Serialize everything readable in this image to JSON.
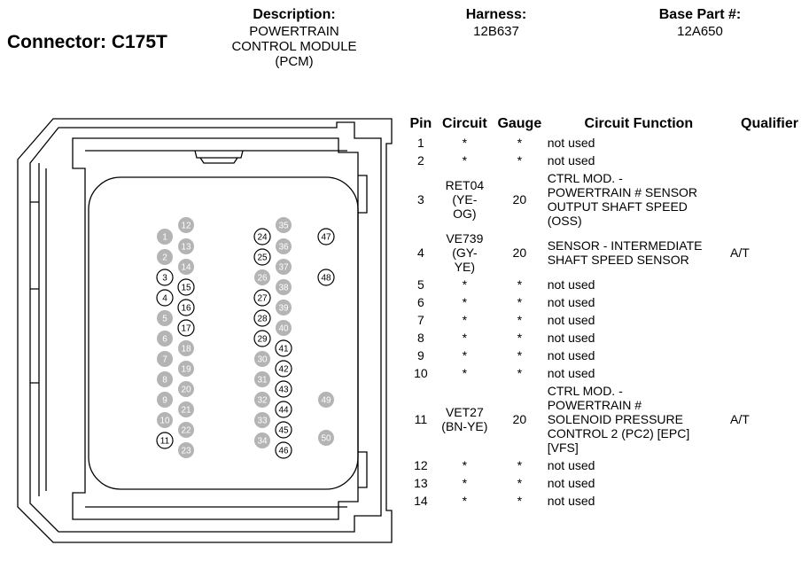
{
  "connector_title": "Connector: C175T",
  "description": {
    "label": "Description:",
    "lines": [
      "POWERTRAIN",
      "CONTROL MODULE",
      "(PCM)"
    ]
  },
  "harness": {
    "label": "Harness:",
    "value": "12B637"
  },
  "base_part": {
    "label": "Base Part #:",
    "value": "12A650"
  },
  "colors": {
    "filled_pin": "#b4b4b4",
    "outline": "#000000",
    "background": "#ffffff"
  },
  "table": {
    "headers": {
      "pin": "Pin",
      "circuit": "Circuit",
      "gauge": "Gauge",
      "function": "Circuit Function",
      "qualifier": "Qualifier"
    },
    "rows": [
      {
        "pin": "1",
        "circuit": "*",
        "gauge": "*",
        "function": "not used",
        "qualifier": ""
      },
      {
        "pin": "2",
        "circuit": "*",
        "gauge": "*",
        "function": "not used",
        "qualifier": ""
      },
      {
        "pin": "3",
        "circuit": "RET04\n(YE-\nOG)",
        "gauge": "20",
        "function": "CTRL MOD. -\nPOWERTRAIN # SENSOR\nOUTPUT SHAFT SPEED\n(OSS)",
        "qualifier": ""
      },
      {
        "pin": "4",
        "circuit": "VE739\n(GY-\nYE)",
        "gauge": "20",
        "function": "SENSOR - INTERMEDIATE\nSHAFT SPEED SENSOR",
        "qualifier": "A/T"
      },
      {
        "pin": "5",
        "circuit": "*",
        "gauge": "*",
        "function": "not used",
        "qualifier": ""
      },
      {
        "pin": "6",
        "circuit": "*",
        "gauge": "*",
        "function": "not used",
        "qualifier": ""
      },
      {
        "pin": "7",
        "circuit": "*",
        "gauge": "*",
        "function": "not used",
        "qualifier": ""
      },
      {
        "pin": "8",
        "circuit": "*",
        "gauge": "*",
        "function": "not used",
        "qualifier": ""
      },
      {
        "pin": "9",
        "circuit": "*",
        "gauge": "*",
        "function": "not used",
        "qualifier": ""
      },
      {
        "pin": "10",
        "circuit": "*",
        "gauge": "*",
        "function": "not used",
        "qualifier": ""
      },
      {
        "pin": "11",
        "circuit": "VET27\n(BN-YE)",
        "gauge": "20",
        "function": "CTRL MOD. -\nPOWERTRAIN #\nSOLENOID PRESSURE\nCONTROL 2 (PC2) [EPC]\n[VFS]",
        "qualifier": "A/T"
      },
      {
        "pin": "12",
        "circuit": "*",
        "gauge": "*",
        "function": "not used",
        "qualifier": ""
      },
      {
        "pin": "13",
        "circuit": "*",
        "gauge": "*",
        "function": "not used",
        "qualifier": ""
      },
      {
        "pin": "14",
        "circuit": "*",
        "gauge": "*",
        "function": "not used",
        "qualifier": ""
      }
    ]
  },
  "connector_pins": [
    {
      "n": "1",
      "used": false
    },
    {
      "n": "2",
      "used": false
    },
    {
      "n": "3",
      "used": true
    },
    {
      "n": "4",
      "used": true
    },
    {
      "n": "5",
      "used": false
    },
    {
      "n": "6",
      "used": false
    },
    {
      "n": "7",
      "used": false
    },
    {
      "n": "8",
      "used": false
    },
    {
      "n": "9",
      "used": false
    },
    {
      "n": "10",
      "used": false
    },
    {
      "n": "11",
      "used": true
    },
    {
      "n": "12",
      "used": false
    },
    {
      "n": "13",
      "used": false
    },
    {
      "n": "14",
      "used": false
    },
    {
      "n": "15",
      "used": true
    },
    {
      "n": "16",
      "used": true
    },
    {
      "n": "17",
      "used": true
    },
    {
      "n": "18",
      "used": false
    },
    {
      "n": "19",
      "used": false
    },
    {
      "n": "20",
      "used": false
    },
    {
      "n": "21",
      "used": false
    },
    {
      "n": "22",
      "used": false
    },
    {
      "n": "23",
      "used": false
    },
    {
      "n": "24",
      "used": true
    },
    {
      "n": "25",
      "used": true
    },
    {
      "n": "26",
      "used": false
    },
    {
      "n": "27",
      "used": true
    },
    {
      "n": "28",
      "used": true
    },
    {
      "n": "29",
      "used": true
    },
    {
      "n": "30",
      "used": false
    },
    {
      "n": "31",
      "used": false
    },
    {
      "n": "32",
      "used": false
    },
    {
      "n": "33",
      "used": false
    },
    {
      "n": "34",
      "used": false
    },
    {
      "n": "35",
      "used": false
    },
    {
      "n": "36",
      "used": false
    },
    {
      "n": "37",
      "used": false
    },
    {
      "n": "38",
      "used": false
    },
    {
      "n": "39",
      "used": false
    },
    {
      "n": "40",
      "used": false
    },
    {
      "n": "41",
      "used": true
    },
    {
      "n": "42",
      "used": true
    },
    {
      "n": "43",
      "used": true
    },
    {
      "n": "44",
      "used": true
    },
    {
      "n": "45",
      "used": true
    },
    {
      "n": "46",
      "used": true
    },
    {
      "n": "47",
      "used": true
    },
    {
      "n": "48",
      "used": true
    },
    {
      "n": "49",
      "used": false
    },
    {
      "n": "50",
      "used": false
    }
  ]
}
